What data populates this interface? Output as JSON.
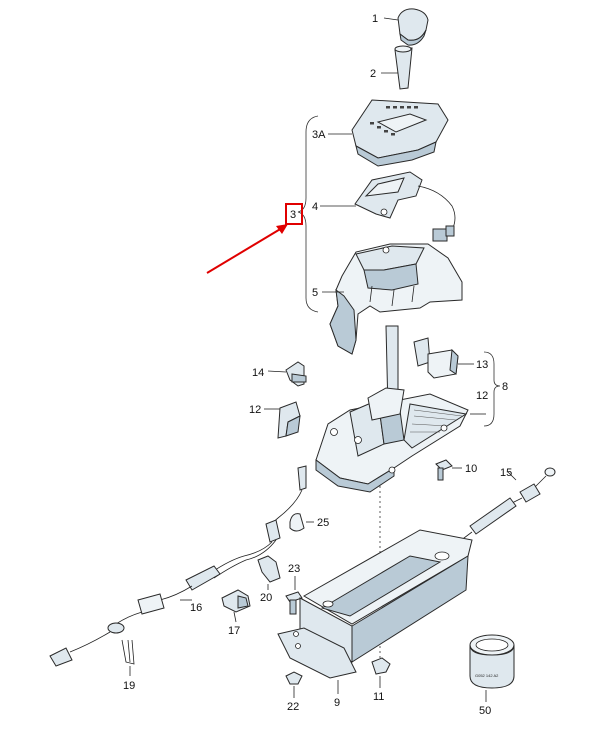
{
  "diagram": {
    "callouts": {
      "c1": "1",
      "c2": "2",
      "c3A": "3A",
      "c3": "3",
      "c4": "4",
      "c5": "5",
      "c8": "8",
      "c9": "9",
      "c10": "10",
      "c11": "11",
      "c12r": "12",
      "c12l": "12",
      "c13": "13",
      "c14": "14",
      "c15": "15",
      "c16": "16",
      "c17": "17",
      "c19": "19",
      "c20": "20",
      "c22": "22",
      "c23": "23",
      "c25": "25",
      "c50": "50"
    },
    "part_code": "G052 142 A2",
    "colors": {
      "highlight": "#e00000",
      "part_fill": "#dfe8ee",
      "part_shade": "#b9cad6",
      "line": "#222222"
    }
  }
}
